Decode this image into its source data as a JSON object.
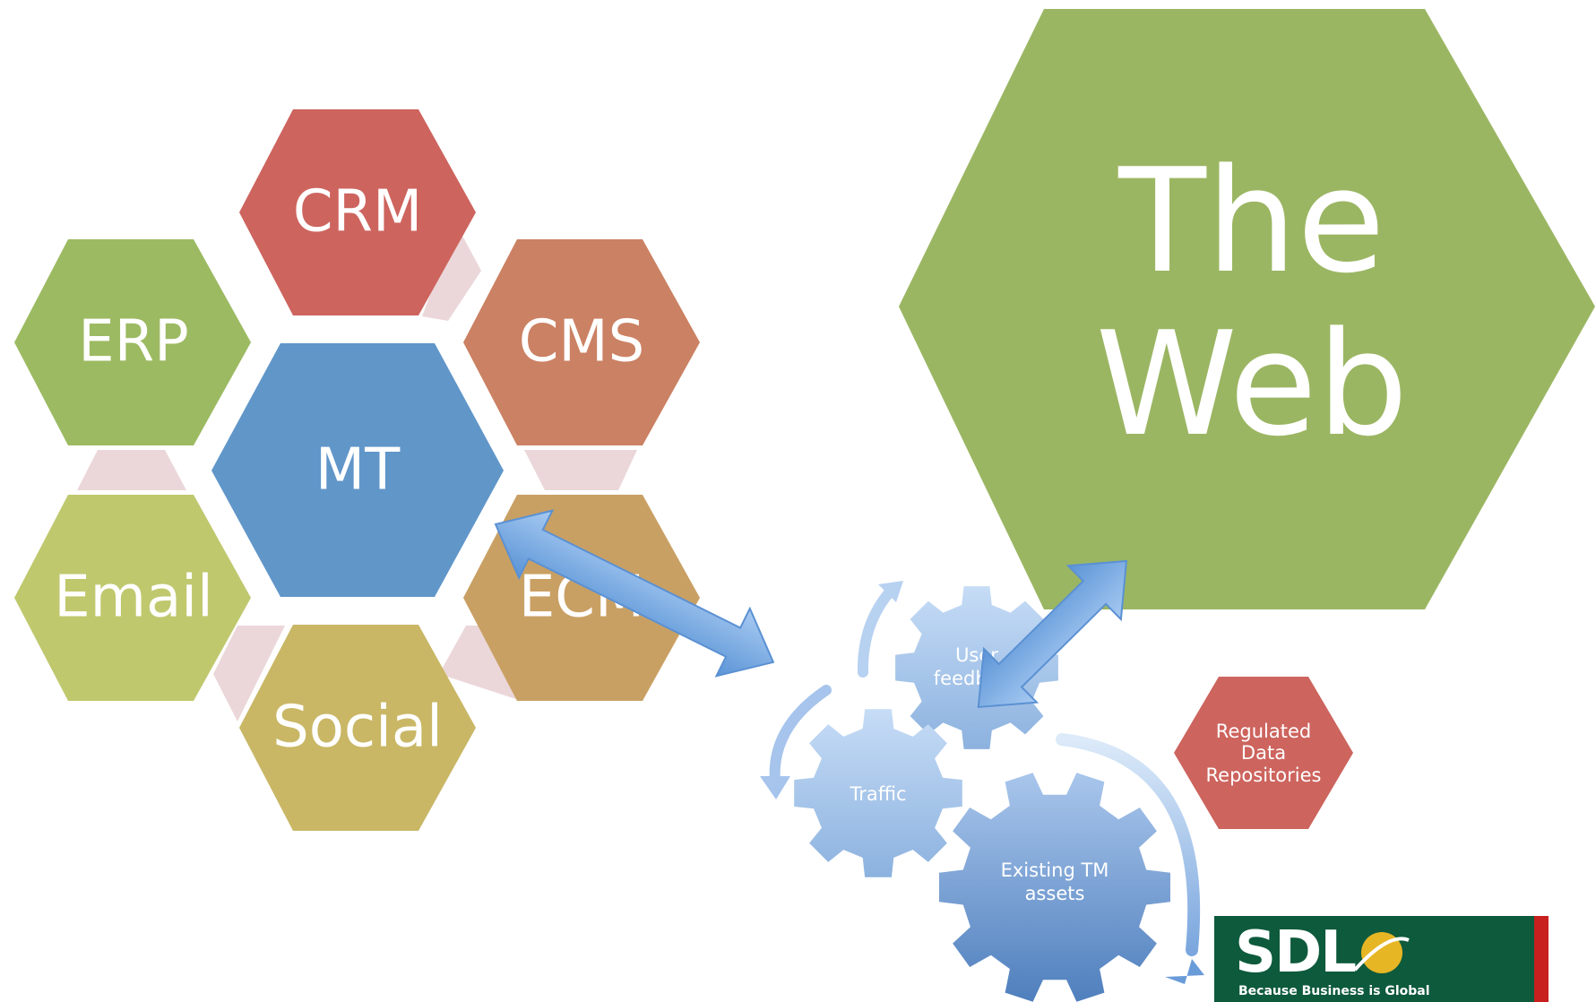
{
  "hexagons": {
    "crm": {
      "label": "CRM",
      "color": "#cd645e"
    },
    "erp": {
      "label": "ERP",
      "color": "#9cba62"
    },
    "cms": {
      "label": "CMS",
      "color": "#cb8163"
    },
    "mt": {
      "label": "MT",
      "color": "#6196c9"
    },
    "email": {
      "label": "Email",
      "color": "#c0c86e"
    },
    "ecm": {
      "label": "ECM",
      "color": "#c9a064"
    },
    "social": {
      "label": "Social",
      "color": "#c9b766"
    },
    "web": {
      "line1": "The",
      "line2": "Web",
      "color": "#9bb663"
    },
    "regulated": {
      "line1": "Regulated",
      "line2": "Data",
      "line3": "Repositories",
      "color": "#cd645e"
    }
  },
  "connector_color": "#ebd7d9",
  "gears": {
    "user_feedback": {
      "line1": "User",
      "line2": "feedback"
    },
    "traffic": {
      "line1": "Traffic"
    },
    "existing_tm": {
      "line1": "Existing TM",
      "line2": "assets"
    }
  },
  "logo": {
    "brand": "SDL",
    "tagline": "Because Business is Global",
    "bg_color": "#0e5a3c",
    "accent_color": "#c8201e"
  }
}
